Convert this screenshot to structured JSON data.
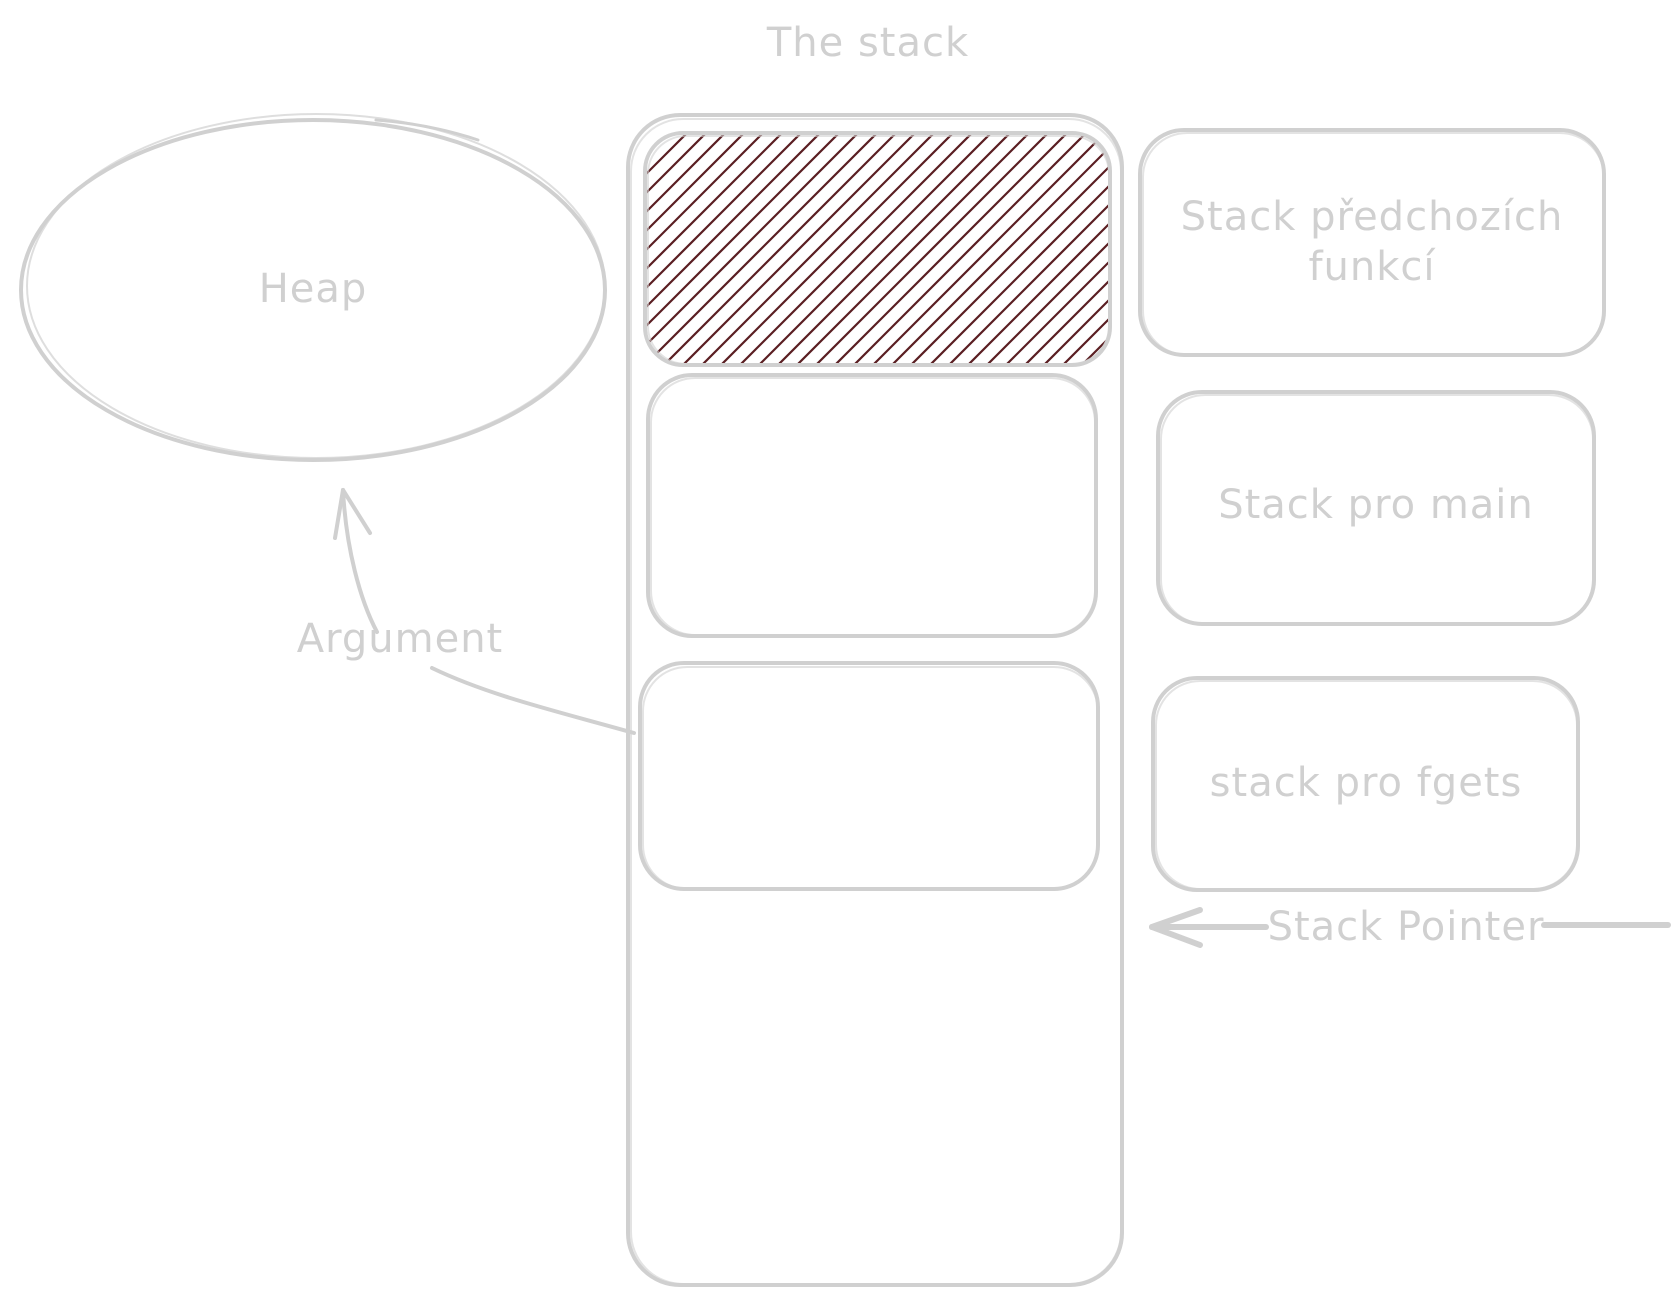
{
  "title": "The stack",
  "heap": {
    "label": "Heap"
  },
  "argument": {
    "label": "Argument"
  },
  "frames": [
    {
      "label_lines": [
        "Stack předchozích",
        "funkcí"
      ]
    },
    {
      "label_lines": [
        "Stack pro main"
      ]
    },
    {
      "label_lines": [
        "stack pro fgets"
      ]
    }
  ],
  "pointer": {
    "label": "Stack Pointer"
  },
  "colors": {
    "stroke": "#d0d0d0",
    "hatch": "#5a1e22",
    "background": "#ffffff"
  }
}
